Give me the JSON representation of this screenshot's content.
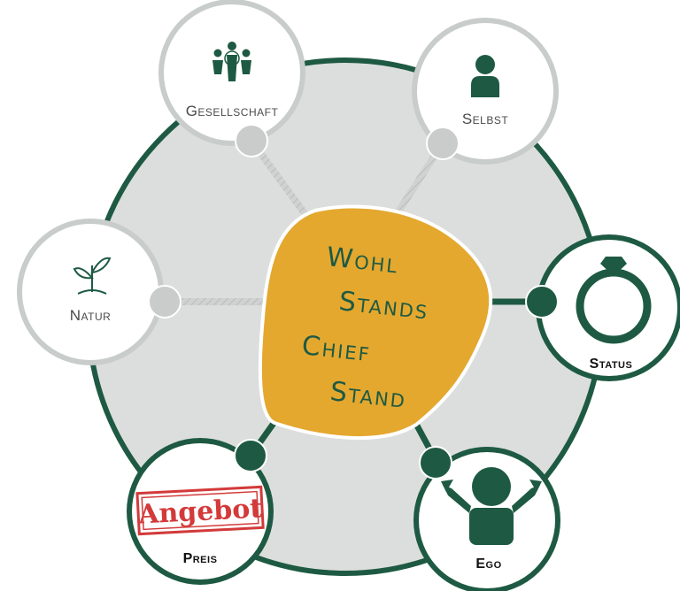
{
  "center": {
    "lines": [
      "Wohl",
      "Stands",
      "Chief",
      "Stand"
    ],
    "fill": "#e4a82f",
    "text_color": "#1e5a43"
  },
  "nodes": {
    "gesellschaft": {
      "label": "Gesellschaft",
      "icon": "people-network-icon"
    },
    "selbst": {
      "label": "Selbst",
      "icon": "person-icon"
    },
    "natur": {
      "label": "Natur",
      "icon": "sprout-icon"
    },
    "status": {
      "label": "Status",
      "icon": "diamond-ring-icon"
    },
    "ego": {
      "label": "Ego",
      "icon": "self-pointing-person-icon"
    },
    "preis": {
      "label": "Preis",
      "icon": "angebot-stamp-icon",
      "stamp_text": "Angebot"
    }
  },
  "colors": {
    "ring": "#1e5a43",
    "disk": "#dcdedd",
    "gray_connector": "#c9ccca",
    "gray_node_border": "#c8ccca",
    "green": "#1e5a43",
    "stamp_red": "#d33a3a"
  }
}
